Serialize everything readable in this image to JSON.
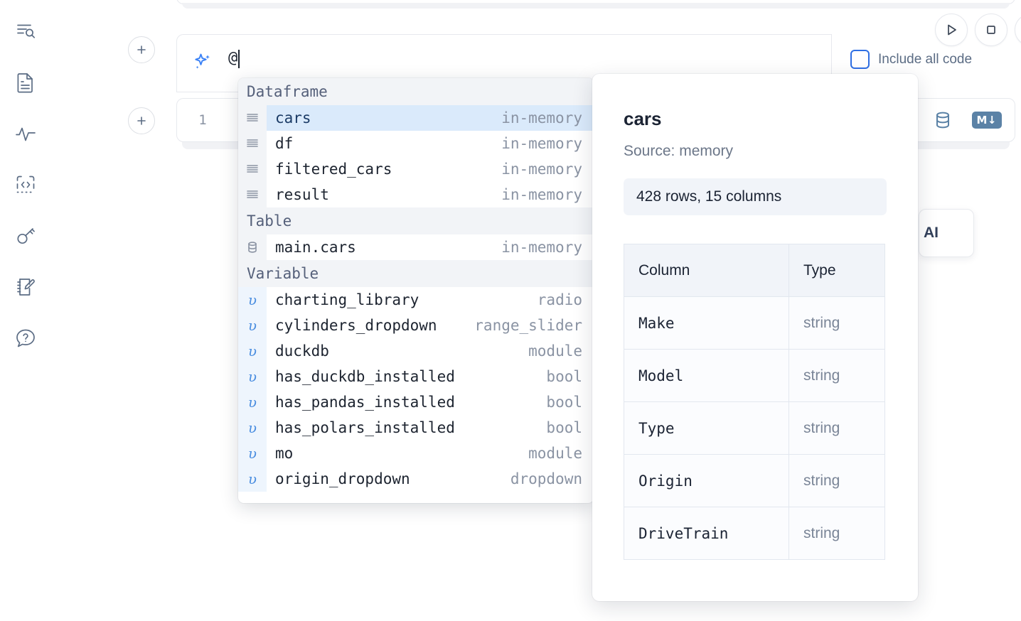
{
  "sidebar": {
    "items": [
      {
        "name": "explore-outline-icon",
        "label": "Outline"
      },
      {
        "name": "file-document-icon",
        "label": "Files"
      },
      {
        "name": "activity-pulse-icon",
        "label": "Activity"
      },
      {
        "name": "code-snippet-icon",
        "label": "Snippets"
      },
      {
        "name": "key-secrets-icon",
        "label": "Secrets"
      },
      {
        "name": "scratchpad-edit-icon",
        "label": "Scratchpad"
      },
      {
        "name": "help-chat-icon",
        "label": "Help"
      }
    ]
  },
  "toolbar": {
    "run_label": "Run",
    "stop_label": "Stop",
    "include_all_code_label": "Include all code",
    "include_all_code_checked": false,
    "ai_chip_label": "AI"
  },
  "prompt": {
    "value": "@",
    "placeholder": "",
    "sparkle_icon": "sparkles-icon"
  },
  "cell": {
    "line_number": "1",
    "database_icon": "database-icon",
    "markdown_badge": "M↓"
  },
  "autocomplete": {
    "groups": [
      {
        "label": "Dataframe",
        "icon": "dataframe-rows-icon",
        "kind": "dataframe",
        "items": [
          {
            "name": "cars",
            "meta": "in-memory",
            "selected": true
          },
          {
            "name": "df",
            "meta": "in-memory",
            "selected": false
          },
          {
            "name": "filtered_cars",
            "meta": "in-memory",
            "selected": false
          },
          {
            "name": "result",
            "meta": "in-memory",
            "selected": false
          }
        ]
      },
      {
        "label": "Table",
        "icon": "database-cylinder-icon",
        "kind": "table",
        "items": [
          {
            "name": "main.cars",
            "meta": "in-memory",
            "selected": false
          }
        ]
      },
      {
        "label": "Variable",
        "icon": "upsilon-variable-icon",
        "kind": "variable",
        "items": [
          {
            "name": "charting_library",
            "meta": "radio",
            "selected": false
          },
          {
            "name": "cylinders_dropdown",
            "meta": "range_slider",
            "selected": false
          },
          {
            "name": "duckdb",
            "meta": "module",
            "selected": false
          },
          {
            "name": "has_duckdb_installed",
            "meta": "bool",
            "selected": false
          },
          {
            "name": "has_pandas_installed",
            "meta": "bool",
            "selected": false
          },
          {
            "name": "has_polars_installed",
            "meta": "bool",
            "selected": false
          },
          {
            "name": "mo",
            "meta": "module",
            "selected": false
          },
          {
            "name": "origin_dropdown",
            "meta": "dropdown",
            "selected": false
          }
        ]
      }
    ]
  },
  "detail": {
    "title": "cars",
    "source": "Source: memory",
    "shape": "428 rows, 15 columns",
    "columns_header": "Column",
    "type_header": "Type",
    "rows": [
      {
        "column": "Make",
        "type": "string"
      },
      {
        "column": "Model",
        "type": "string"
      },
      {
        "column": "Type",
        "type": "string"
      },
      {
        "column": "Origin",
        "type": "string"
      },
      {
        "column": "DriveTrain",
        "type": "string"
      }
    ]
  }
}
